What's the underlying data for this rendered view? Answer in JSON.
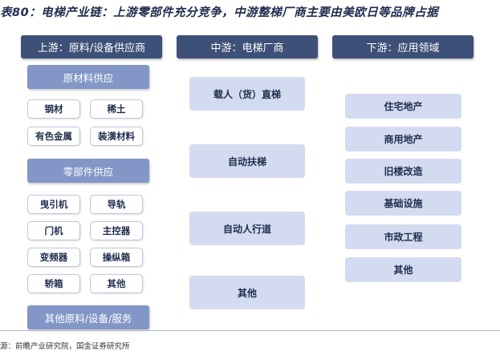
{
  "title": "表80：电梯产业链：上游零部件充分竞争，中游整梯厂商主要由美欧日等品牌占据",
  "upstream": {
    "header": "上游：原料/设备供应商",
    "raw_section": "原材料供应",
    "raw_items": [
      "钢材",
      "稀土",
      "有色金属",
      "装潢材料"
    ],
    "parts_section": "零部件供应",
    "parts_items": [
      "曳引机",
      "导轨",
      "门机",
      "主控器",
      "变频器",
      "操纵箱",
      "轿箱",
      "其他"
    ],
    "other": "其他原料/设备/服务"
  },
  "midstream": {
    "header": "中游：电梯厂商",
    "items": [
      "载人（货）直梯",
      "自动扶梯",
      "自动人行道",
      "其他"
    ]
  },
  "downstream": {
    "header": "下游：应用领域",
    "items": [
      "住宅地产",
      "商用地产",
      "旧楼改造",
      "基础设施",
      "市政工程",
      "其他"
    ]
  },
  "source": "源：前瞻产业研究院，国金证券研究所"
}
